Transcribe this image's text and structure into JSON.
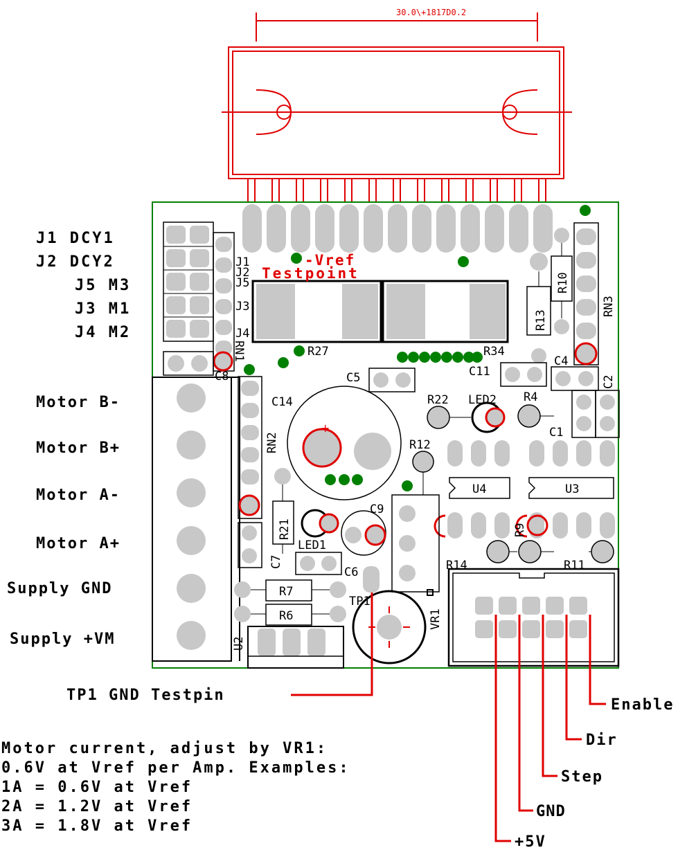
{
  "dimension_label": "30.0\\+1817D0.2",
  "jumper_labels": [
    {
      "id": "j1",
      "text": "J1  DCY1"
    },
    {
      "id": "j2",
      "text": "J2  DCY2"
    },
    {
      "id": "j5",
      "text": "J5  M3"
    },
    {
      "id": "j3",
      "text": "J3  M1"
    },
    {
      "id": "j4",
      "text": "J4  M2"
    }
  ],
  "terminal_labels": [
    {
      "id": "motor-b-minus",
      "text": "Motor B-"
    },
    {
      "id": "motor-b-plus",
      "text": "Motor B+"
    },
    {
      "id": "motor-a-minus",
      "text": "Motor A-"
    },
    {
      "id": "motor-a-plus",
      "text": "Motor A+"
    },
    {
      "id": "supply-gnd",
      "text": "Supply GND"
    },
    {
      "id": "supply-vm",
      "text": "Supply +VM"
    }
  ],
  "vref_label": "-Vref",
  "testpoint_label": "Testpoint",
  "tp1_label": "TP1 GND Testpin",
  "signal_labels": {
    "enable": "Enable",
    "dir": "Dir",
    "step": "Step",
    "gnd": "GND",
    "plus5v": "+5V"
  },
  "notes": [
    "Motor current, adjust by VR1:",
    "0.6V at Vref per Amp. Examples:",
    "1A = 0.6V at Vref",
    "2A = 1.2V at Vref",
    "3A = 1.8V at Vref"
  ],
  "designators": {
    "j1": "J1",
    "j2": "J2",
    "j5": "J5",
    "j3": "J3",
    "j4": "J4",
    "rn1": "RN1",
    "rn2": "RN2",
    "rn3": "RN3",
    "c8": "C8",
    "c5": "C5",
    "c14": "C14",
    "c9": "C9",
    "c7": "C7",
    "c6": "C6",
    "c11": "C11",
    "c4": "C4",
    "c2": "C2",
    "c1": "C1",
    "r27": "R27",
    "r34": "R34",
    "r22": "R22",
    "r4": "R4",
    "r12": "R12",
    "r21": "R21",
    "r13": "R13",
    "r10": "R10",
    "r9": "R9",
    "r14": "R14",
    "r11": "R11",
    "r7": "R7",
    "r6": "R6",
    "led1": "LED1",
    "led2": "LED2",
    "u4": "U4",
    "u3": "U3",
    "u2": "U2",
    "tp1": "TP1",
    "vr1": "VR1"
  }
}
